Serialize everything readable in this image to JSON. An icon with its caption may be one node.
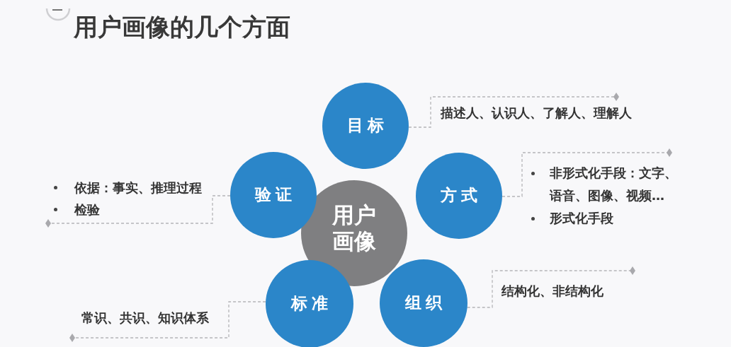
{
  "diagram": {
    "title": "用户画像的几个方面",
    "nodes": [
      {
        "text": [
          "用户画像"
        ]
      },
      {
        "text": [
          "目标"
        ]
      },
      {
        "text": [
          "方式"
        ]
      },
      {
        "text": [
          "组织"
        ]
      },
      {
        "text": [
          "标准"
        ]
      },
      {
        "text": [
          "验证"
        ]
      },
      {
        "text": [
          "描述人、认识人、了解人、理解人"
        ]
      },
      {
        "text": [
          "非形式化手段：文字、语音、图像、视频…",
          "形式化手段"
        ]
      },
      {
        "text": [
          "结构化、非结构化"
        ]
      },
      {
        "text": [
          "常识、共识、知识体系"
        ]
      },
      {
        "text": [
          "依据：事实、推理过程",
          "检验"
        ]
      }
    ],
    "edges": [
      {
        "from": 1,
        "to": 6,
        "arrow": "other",
        "style": "dashed"
      },
      {
        "from": 2,
        "to": 7,
        "arrow": "other",
        "style": "dashed"
      },
      {
        "from": 3,
        "to": 8,
        "arrow": "other",
        "style": "dashed"
      },
      {
        "from": 4,
        "to": 9,
        "arrow": "other",
        "style": "dashed"
      },
      {
        "from": 5,
        "to": 10,
        "arrow": "other",
        "style": "dashed"
      }
    ]
  }
}
